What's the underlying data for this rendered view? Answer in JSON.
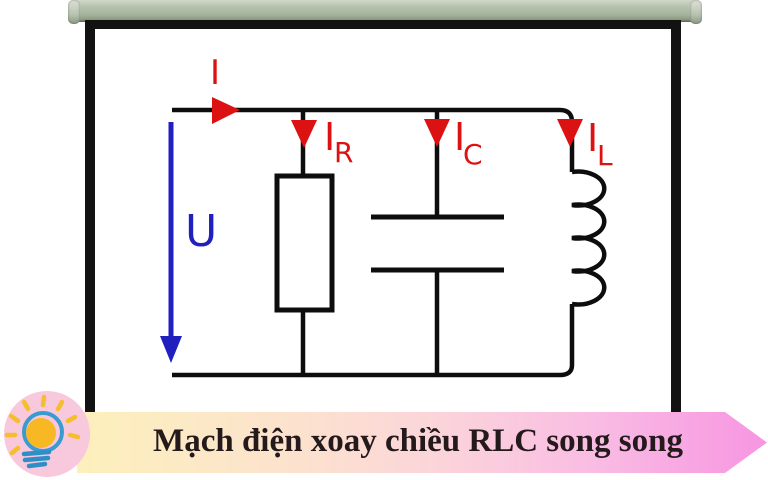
{
  "banner": {
    "title": "Mạch điện xoay chiều RLC song song",
    "icon": "lightbulb-icon",
    "gradient": [
      "#fdf0bc",
      "#fbd5da",
      "#f795e2"
    ],
    "badge_color": "#f8c8dc"
  },
  "circuit": {
    "type": "parallel-rlc-ac-circuit",
    "source_current_label": "I",
    "voltage_label": "U",
    "branch_currents": [
      {
        "main": "I",
        "sub": "R"
      },
      {
        "main": "I",
        "sub": "C"
      },
      {
        "main": "I",
        "sub": "L"
      }
    ],
    "components": [
      "resistor",
      "capacitor",
      "inductor"
    ],
    "colors": {
      "wire": "#0d0d0d",
      "current_arrows": "#dc1212",
      "voltage_arrow": "#2020bf",
      "roller_bar": "#a7b59f",
      "frame": "#121212"
    }
  }
}
